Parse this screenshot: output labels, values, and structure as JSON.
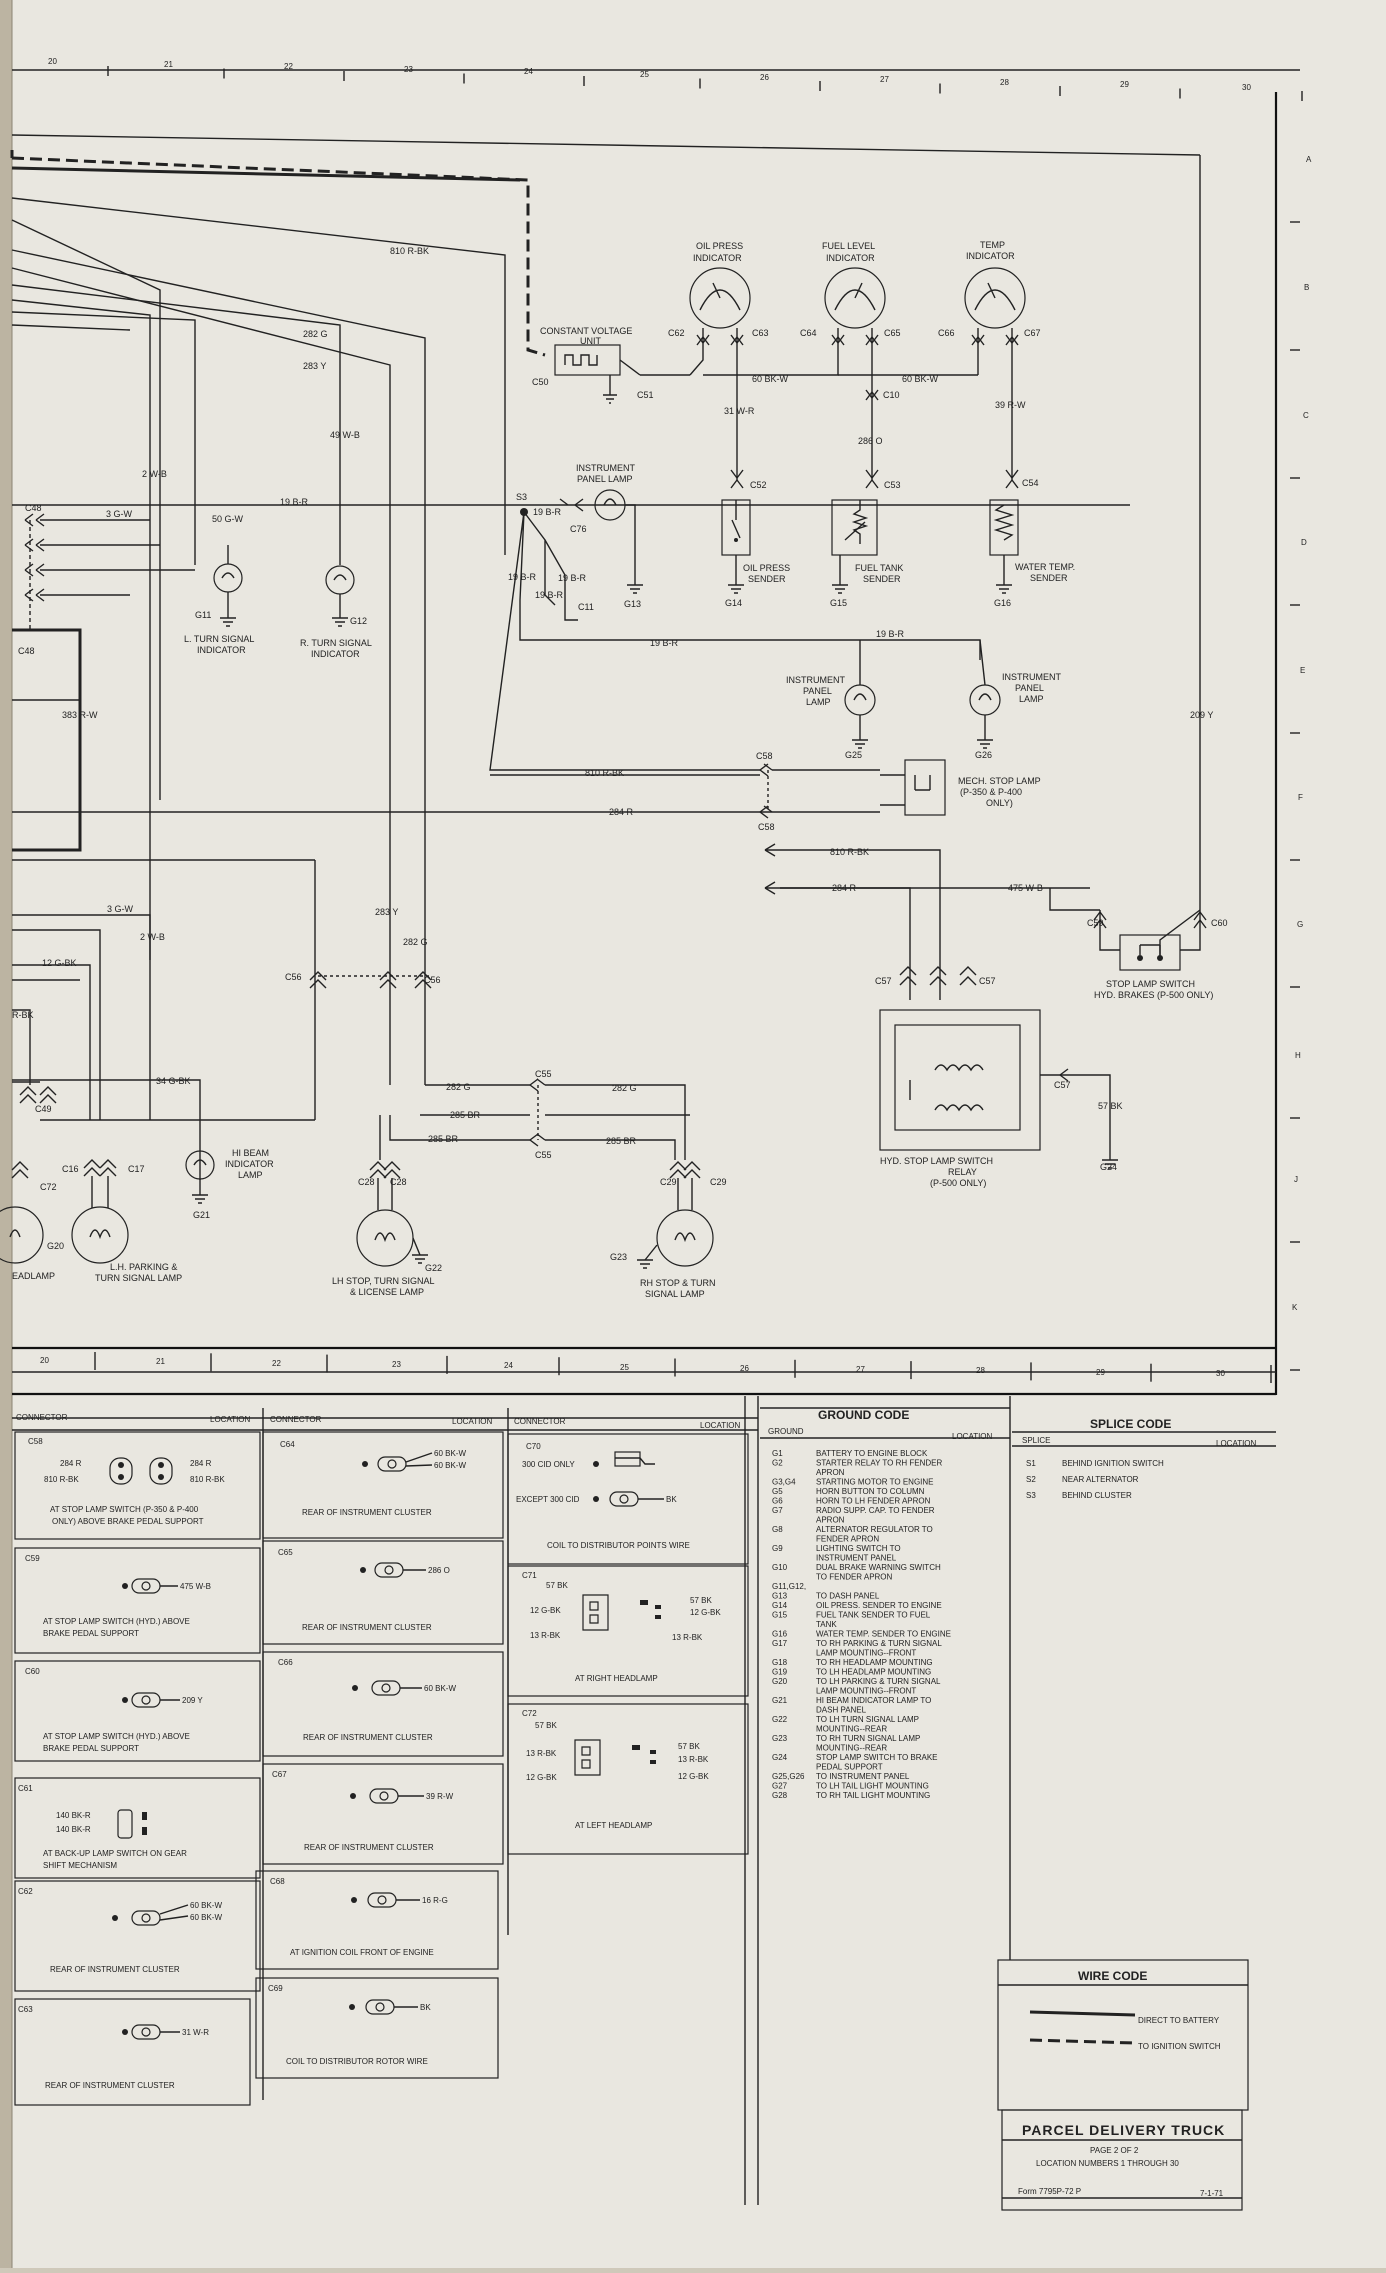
{
  "grid_top": [
    "20",
    "21",
    "22",
    "23",
    "24",
    "25",
    "26",
    "27",
    "28",
    "29",
    "30"
  ],
  "grid_bottom": [
    "20",
    "21",
    "22",
    "23",
    "24",
    "25",
    "26",
    "27",
    "28",
    "29",
    "30"
  ],
  "grid_rows": [
    "A",
    "B",
    "C",
    "D",
    "E",
    "F",
    "G",
    "H",
    "J",
    "K"
  ],
  "gauges": {
    "oil": [
      "OIL PRESS",
      "INDICATOR"
    ],
    "fuel": [
      "FUEL LEVEL",
      "INDICATOR"
    ],
    "temp": [
      "TEMP",
      "INDICATOR"
    ]
  },
  "cvu": [
    "CONSTANT VOLTAGE",
    "UNIT"
  ],
  "ipl_top": [
    "INSTRUMENT",
    "PANEL LAMP"
  ],
  "senders": {
    "oil": [
      "OIL PRESS",
      "SENDER"
    ],
    "fuel": [
      "FUEL TANK",
      "SENDER"
    ],
    "temp": [
      "WATER TEMP.",
      "SENDER"
    ]
  },
  "indicators": {
    "lturn": [
      "L. TURN SIGNAL",
      "INDICATOR"
    ],
    "rturn": [
      "R. TURN SIGNAL",
      "INDICATOR"
    ],
    "hibeam": [
      "HI BEAM",
      "INDICATOR",
      "LAMP"
    ]
  },
  "ipl_mid": [
    "INSTRUMENT",
    "PANEL",
    "LAMP"
  ],
  "ipl_right": [
    "INSTRUMENT",
    "PANEL",
    "LAMP"
  ],
  "mech_stop": [
    "MECH. STOP LAMP",
    "(P-350 & P-400",
    "ONLY)"
  ],
  "stop_switch": [
    "STOP LAMP SWITCH",
    "HYD. BRAKES (P-500 ONLY)"
  ],
  "relay": [
    "HYD. STOP LAMP SWITCH",
    "RELAY",
    "(P-500 ONLY)"
  ],
  "lamps": {
    "headlamp": "EADLAMP",
    "lh_parking": [
      "L.H. PARKING &",
      "TURN SIGNAL LAMP"
    ],
    "lh_stop": [
      "LH STOP, TURN SIGNAL",
      "& LICENSE LAMP"
    ],
    "rh_stop": [
      "RH STOP & TURN",
      "SIGNAL LAMP"
    ]
  },
  "wires": {
    "w810": "810 R-BK",
    "w282": "282 G",
    "w283": "283 Y",
    "w49": "49 W-B",
    "w2wb": "2 W-B",
    "w3gw": "3 G-W",
    "w50": "50 G-W",
    "w19": "19 B-R",
    "w383": "383 R-W",
    "w60": "60 BK-W",
    "w31": "31 W-R",
    "w286": "286 O",
    "w39": "39 R-W",
    "w209": "209 Y",
    "w284": "284 R",
    "w475": "475 W-B",
    "w12": "12 G-BK",
    "wrbk": "R-BK",
    "w34": "34 G-BK",
    "w285": "285 BR",
    "w57": "57 BK"
  },
  "codes": {
    "C48": "C48",
    "C50": "C50",
    "C51": "C51",
    "C52": "C52",
    "C53": "C53",
    "C54": "C54",
    "C55": "C55",
    "C56": "C56",
    "C57": "C57",
    "C58": "C58",
    "C59": "C59",
    "C60": "C60",
    "C62": "C62",
    "C63": "C63",
    "C64": "C64",
    "C65": "C65",
    "C66": "C66",
    "C67": "C67",
    "C10": "C10",
    "C11": "C11",
    "C76": "C76",
    "C16": "C16",
    "C17": "C17",
    "C28": "C28",
    "C29": "C29",
    "C49": "C49",
    "C72": "C72",
    "G11": "G11",
    "G12": "G12",
    "G13": "G13",
    "G14": "G14",
    "G15": "G15",
    "G16": "G16",
    "G20": "G20",
    "G21": "G21",
    "G22": "G22",
    "G23": "G23",
    "G24": "G24",
    "G25": "G25",
    "G26": "G26",
    "S3": "S3"
  },
  "table": {
    "connector_hdr": "CONNECTOR",
    "location_hdr": "LOCATION",
    "col1": [
      {
        "code": "C58",
        "desc": [
          "AT STOP LAMP SWITCH (P-350 & P-400",
          "ONLY) ABOVE BRAKE PEDAL SUPPORT"
        ],
        "wires_l": [
          "284 R",
          "810 R-BK"
        ],
        "wires_r": [
          "284 R",
          "810 R-BK"
        ]
      },
      {
        "code": "C59",
        "desc": [
          "AT STOP LAMP SWITCH (HYD.) ABOVE",
          "BRAKE PEDAL SUPPORT"
        ],
        "wire": "475 W-B"
      },
      {
        "code": "C60",
        "desc": [
          "AT STOP LAMP SWITCH (HYD.) ABOVE",
          "BRAKE PEDAL SUPPORT"
        ],
        "wire": "209 Y"
      },
      {
        "code": "C61",
        "desc": [
          "AT BACK-UP LAMP SWITCH ON GEAR",
          "SHIFT MECHANISM"
        ],
        "wires_l": [
          "140 BK-R",
          "140 BK-R"
        ]
      },
      {
        "code": "C62",
        "desc": [
          "REAR OF INSTRUMENT CLUSTER"
        ],
        "wires_r": [
          "60 BK-W",
          "60 BK-W"
        ]
      },
      {
        "code": "C63",
        "desc": [
          "REAR OF INSTRUMENT CLUSTER"
        ],
        "wire": "31 W-R"
      }
    ],
    "col2": [
      {
        "code": "C64",
        "desc": [
          "REAR OF INSTRUMENT CLUSTER"
        ],
        "wires_r": [
          "60 BK-W",
          "60 BK-W"
        ]
      },
      {
        "code": "C65",
        "desc": [
          "REAR OF INSTRUMENT CLUSTER"
        ],
        "wire": "286 O"
      },
      {
        "code": "C66",
        "desc": [
          "REAR OF INSTRUMENT CLUSTER"
        ],
        "wire": "60 BK-W"
      },
      {
        "code": "C67",
        "desc": [
          "REAR OF INSTRUMENT CLUSTER"
        ],
        "wire": "39 R-W"
      },
      {
        "code": "C68",
        "desc": [
          "AT IGNITION COIL FRONT OF ENGINE"
        ],
        "wire": "16 R-G"
      },
      {
        "code": "C69",
        "desc": [
          "COIL TO DISTRIBUTOR ROTOR WIRE"
        ],
        "wire": "BK"
      }
    ],
    "col3": [
      {
        "code": "C70",
        "desc": [
          "COIL TO DISTRIBUTOR POINTS WIRE"
        ],
        "opt1": "300 CID ONLY",
        "opt2": "EXCEPT 300 CID",
        "wire": "BK"
      },
      {
        "code": "C71",
        "desc": [
          "AT RIGHT HEADLAMP"
        ],
        "wires_l": [
          "57 BK",
          "12 G-BK",
          "13 R-BK"
        ],
        "wires_r": [
          "57 BK",
          "12 G-BK",
          "13 R-BK"
        ]
      },
      {
        "code": "C72",
        "desc": [
          "AT LEFT HEADLAMP"
        ],
        "wires_l": [
          "57 BK",
          "13 R-BK",
          "12 G-BK"
        ],
        "wires_r": [
          "57 BK",
          "13 R-BK",
          "12 G-BK"
        ]
      }
    ]
  },
  "ground": {
    "title": "GROUND CODE",
    "hdr_l": "GROUND",
    "hdr_r": "LOCATION",
    "rows": [
      {
        "c": "G1",
        "t": [
          "BATTERY TO ENGINE BLOCK"
        ]
      },
      {
        "c": "G2",
        "t": [
          "STARTER RELAY TO RH FENDER",
          "APRON"
        ]
      },
      {
        "c": "G3,G4",
        "t": [
          "STARTING MOTOR TO ENGINE"
        ]
      },
      {
        "c": "G5",
        "t": [
          "HORN BUTTON TO COLUMN"
        ]
      },
      {
        "c": "G6",
        "t": [
          "HORN TO LH FENDER APRON"
        ]
      },
      {
        "c": "G7",
        "t": [
          "RADIO SUPP. CAP. TO FENDER",
          "APRON"
        ]
      },
      {
        "c": "G8",
        "t": [
          "ALTERNATOR REGULATOR TO",
          "FENDER APRON"
        ]
      },
      {
        "c": "G9",
        "t": [
          "LIGHTING SWITCH TO",
          "INSTRUMENT PANEL"
        ]
      },
      {
        "c": "G10",
        "t": [
          "DUAL BRAKE WARNING SWITCH",
          "TO FENDER APRON"
        ]
      },
      {
        "c": "G11,G12,",
        "t": [
          ""
        ]
      },
      {
        "c": "G13",
        "t": [
          "TO DASH PANEL"
        ]
      },
      {
        "c": "G14",
        "t": [
          "OIL PRESS. SENDER TO ENGINE"
        ]
      },
      {
        "c": "G15",
        "t": [
          "FUEL TANK SENDER TO FUEL",
          "TANK"
        ]
      },
      {
        "c": "G16",
        "t": [
          "WATER TEMP. SENDER TO ENGINE"
        ]
      },
      {
        "c": "G17",
        "t": [
          "TO RH PARKING & TURN SIGNAL",
          "LAMP MOUNTING--FRONT"
        ]
      },
      {
        "c": "G18",
        "t": [
          "TO RH HEADLAMP MOUNTING"
        ]
      },
      {
        "c": "G19",
        "t": [
          "TO LH HEADLAMP MOUNTING"
        ]
      },
      {
        "c": "G20",
        "t": [
          "TO LH PARKING & TURN SIGNAL",
          "LAMP MOUNTING--FRONT"
        ]
      },
      {
        "c": "G21",
        "t": [
          "HI BEAM INDICATOR LAMP TO",
          "DASH PANEL"
        ]
      },
      {
        "c": "G22",
        "t": [
          "TO LH TURN SIGNAL LAMP",
          "MOUNTING--REAR"
        ]
      },
      {
        "c": "G23",
        "t": [
          "TO RH TURN SIGNAL LAMP",
          "MOUNTING--REAR"
        ]
      },
      {
        "c": "G24",
        "t": [
          "STOP LAMP SWITCH TO BRAKE",
          "PEDAL SUPPORT"
        ]
      },
      {
        "c": "G25,G26",
        "t": [
          "TO INSTRUMENT PANEL"
        ]
      },
      {
        "c": "G27",
        "t": [
          "TO LH TAIL LIGHT MOUNTING"
        ]
      },
      {
        "c": "G28",
        "t": [
          "TO RH TAIL LIGHT MOUNTING"
        ]
      }
    ]
  },
  "splice": {
    "title": "SPLICE CODE",
    "hdr_l": "SPLICE",
    "hdr_r": "LOCATION",
    "rows": [
      {
        "c": "S1",
        "t": "BEHIND IGNITION SWITCH"
      },
      {
        "c": "S2",
        "t": "NEAR ALTERNATOR"
      },
      {
        "c": "S3",
        "t": "BEHIND CLUSTER"
      }
    ]
  },
  "wire_code": {
    "title": "WIRE CODE",
    "battery": "DIRECT TO BATTERY",
    "ignition": "TO IGNITION SWITCH"
  },
  "title_block": {
    "title": "PARCEL DELIVERY TRUCK",
    "page": "PAGE 2 OF 2",
    "loc": "LOCATION NUMBERS 1 THROUGH 30",
    "form": "Form 7795P-72 P",
    "date": "7-1-71"
  }
}
